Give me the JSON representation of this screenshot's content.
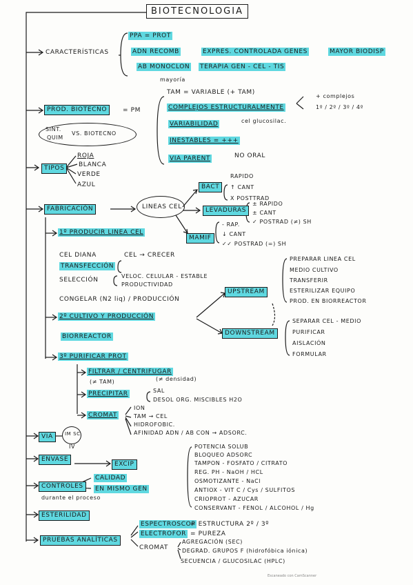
{
  "title": "BIOTECNOLOGIA",
  "footer": "Escaneado con CamScanner",
  "caracteristicas": {
    "label": "CARACTERÍSTICAS",
    "ppa": "PPA = PROT",
    "abn": "ADN RECOMB",
    "expres": "EXPRES. CONTROLADA GENES",
    "biodisp": "MAYOR BIODISP",
    "ab_mono": "AB MONOCLON",
    "terapia": "TERAPIA GEN - CEL - TIS",
    "mayoria": "mayoría"
  },
  "prod": {
    "label": "PROD. BIOTECNO",
    "pm": "= PM",
    "sint": "SINT.",
    "quim": "QUIM",
    "vs": "VS. BIOTECNO",
    "tam": "TAM = VARIABLE (+ TAM)",
    "complejos": "COMPLEJOS ESTRUCTURALMENTE",
    "niveles": "+ complejos",
    "estructuras": "1º / 2º / 3º / 4º",
    "variabilidad": "VARIABILIDAD",
    "cel_gluc": "cel glucosilac.",
    "inestables": "INESTABLES = +++",
    "via": "VIA PARENT",
    "no_oral": "NO ORAL"
  },
  "tipos": {
    "label": "TIPOS",
    "items": [
      "ROJA",
      "BLANCA",
      "VERDE",
      "AZUL"
    ]
  },
  "fabricacion": {
    "label": "FABRICACIÓN",
    "lineas": "LINEAS CEL",
    "bact": "BACT",
    "bact_items": [
      "RAPIDO",
      "↑ CANT",
      "X POSTTRAD"
    ],
    "levaduras": "LEVADURAS",
    "lev_items": [
      "± RAPIDO",
      "± CANT",
      "✓ POSTRAD (≠) SH"
    ],
    "mamif": "MAMIF",
    "mamif_items": [
      "- RAP.",
      "↓ CANT",
      "✓✓ POSTRAD (=) SH"
    ],
    "paso1": "1º PRODUCIR LINEA CEL",
    "cel_diana": "CEL DIANA",
    "cel_crecer": "CEL → CRECER",
    "transfeccion": "TRANSFECCIÓN",
    "seleccion": "SELECCIÓN",
    "velo_celular": "VELOC. CELULAR - ESTABLE",
    "productividad": "PRODUCTIVIDAD",
    "congelar": "CONGELAR (N2 liq) / PRODUCCIÓN",
    "upstream": "UPSTREAM",
    "up_items": [
      "PREPARAR LINEA CEL",
      "MEDIO CULTIVO",
      "TRANSFERIR",
      "ESTERILIZAR EQUIPO",
      "PROD. EN BIORREACTOR"
    ],
    "paso2": "2º CULTIVO Y PRODUCCIÓN",
    "biorreactor": "BIORREACTOR",
    "downstream": "DOWNSTREAM",
    "down_items": [
      "SEPARAR CEL - MEDIO",
      "PURIFICAR",
      "AISLACIÓN",
      "FORMULAR"
    ],
    "paso3": "3º PURIFICAR PROT",
    "filtrar": "FILTRAR / CENTRIFUGAR",
    "filtrar_sub1": "(≠ TAM)",
    "filtrar_sub2": "(≠ densidad)",
    "precipitar": "PRECIPITAR",
    "sal": "SAL",
    "desol": "DESOL ORG. MISCIBLES H2O",
    "cromat": "CROMAT",
    "cromat_items": [
      "ION",
      "TAM → CEL",
      "HIDROFOBIC.",
      "AFINIDAD ADN / AB CON → ADSORC."
    ]
  },
  "via": {
    "label": "VIA",
    "sc": "IM SC",
    "iv": "IV"
  },
  "envase": {
    "label": "ENVASE"
  },
  "excip": {
    "label": "EXCIP",
    "items": [
      "POTENCIA SOLUB",
      "BLOQUEO ADSORC",
      "TAMPON - FOSFATO / CITRATO",
      "REG. PH - NaOH / HCL",
      "OSMOTIZANTE - NaCl",
      "ANTIOX - VIT C / Cys / SULFITOS",
      "CRIOPROT - AZUCAR",
      "CONSERVANT - FENOL / ALCOHOL / Hg"
    ]
  },
  "controles": {
    "label": "CONTROLES",
    "calidad": "CALIDAD",
    "mismo_gen": "EN MISMO GEN",
    "proceso": "durante el proceso"
  },
  "esterilidad": {
    "label": "ESTERILIDAD"
  },
  "pruebas": {
    "label": "PRUEBAS ANALÍTICAS",
    "espectroscop": "ESPECTROSCOP",
    "estructura": "= ESTRUCTURA 2º / 3º",
    "electroforesis": "ELECTROFOR",
    "pureza": "= PUREZA",
    "cromat": "CROMAT",
    "cromat_items": [
      "AGREGACIÓN (SEC)",
      "DEGRAD. GRUPOS F (hidrofóbica iónica)",
      "SECUENCIA / GLUCOSILAC (HPLC)"
    ]
  }
}
